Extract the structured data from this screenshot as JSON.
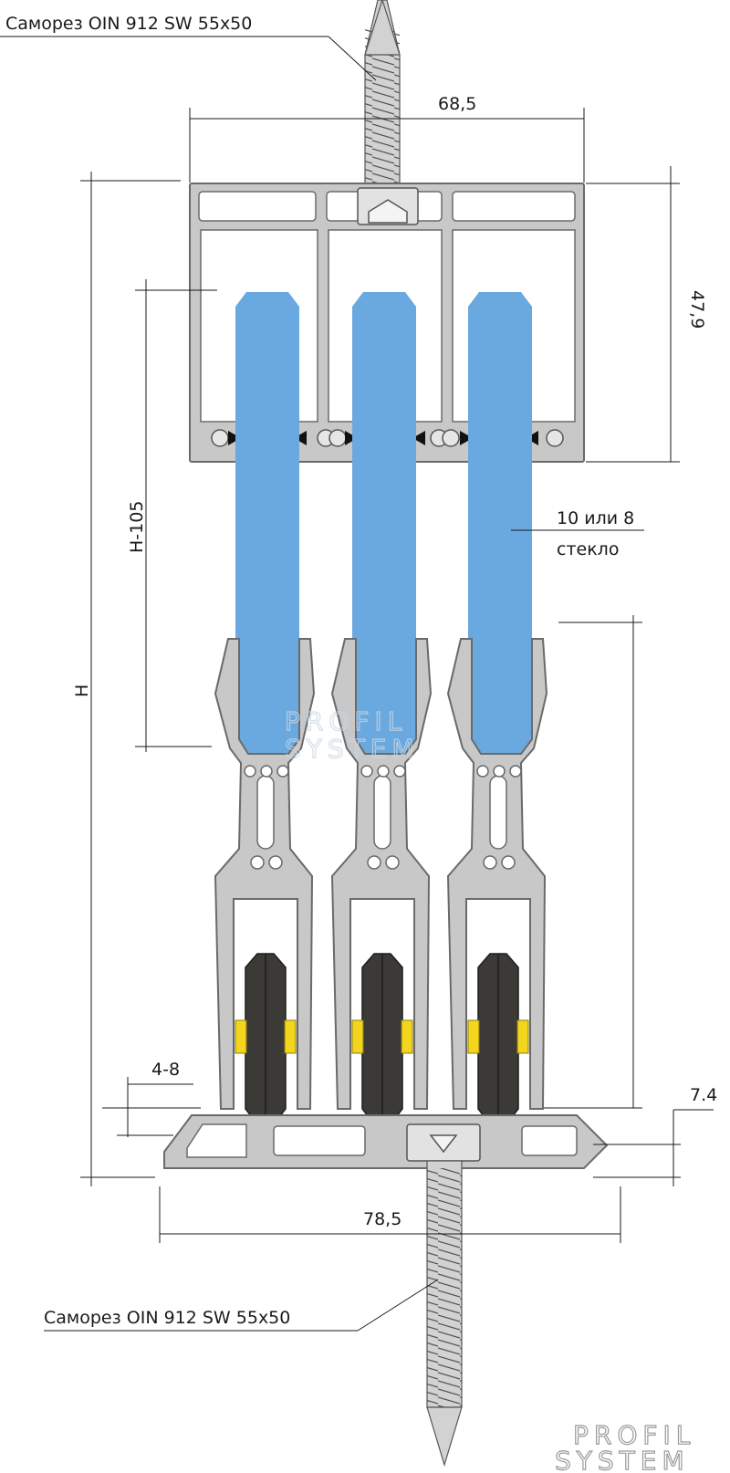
{
  "labels": {
    "screw_top": "Саморез OIN 912 SW 55x50",
    "screw_bottom": "Саморез OIN 912 SW 55x50",
    "dim_top_width": "68,5",
    "dim_top_height": "47,9",
    "dim_glass_height": "H-105",
    "dim_total_height": "H",
    "glass_thickness_line1": "10 или 8",
    "glass_thickness_line2": "стекло",
    "dim_gap": "4-8",
    "dim_bottom_height": "7.4",
    "dim_bottom_width": "78,5"
  },
  "watermark": {
    "line1": "PROFIL",
    "line2": "SYSTEM"
  },
  "colors": {
    "glass": "#6aa9df",
    "profile": "#c8c8c8",
    "wheel": "#3b3a36",
    "axle": "#f2d51c"
  }
}
